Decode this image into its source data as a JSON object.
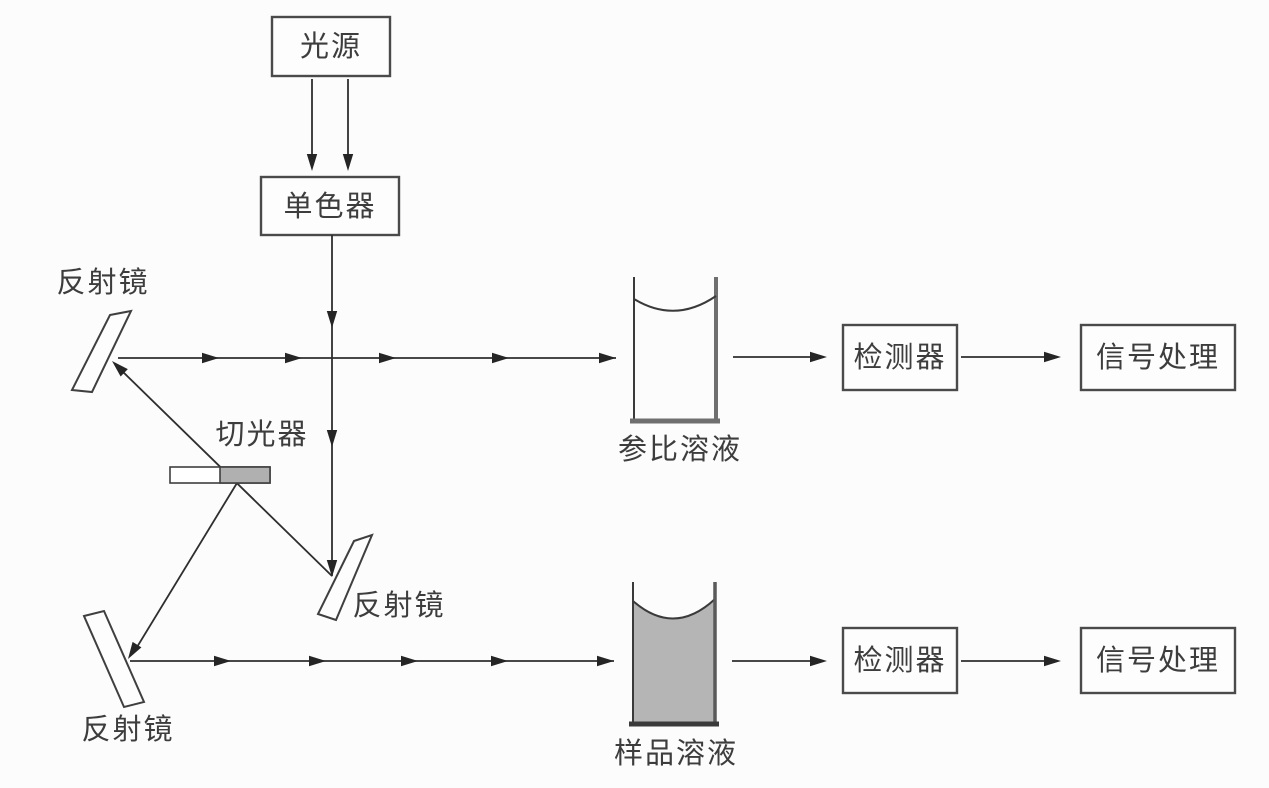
{
  "diagram": {
    "type": "block-diagram",
    "subject": "double-beam spectrophotometer optical path",
    "colors": {
      "background": "#fcfcfc",
      "line": "#2e2e2e",
      "box_border": "#4a4a4a",
      "text": "#3d3d3d",
      "sample_solution_fill": "#b5b5b5",
      "chopper_fill": "#b0b0b0"
    },
    "boxes": {
      "light_source": {
        "label": "光源"
      },
      "monochromator": {
        "label": "单色器"
      },
      "detector_top": {
        "label": "检测器"
      },
      "signal_top": {
        "label": "信号处理"
      },
      "detector_bottom": {
        "label": "检测器"
      },
      "signal_bottom": {
        "label": "信号处理"
      }
    },
    "labels": {
      "mirror_top_left": "反射镜",
      "chopper": "切光器",
      "mirror_center": "反射镜",
      "mirror_bottom_left": "反射镜",
      "reference_cell": "参比溶液",
      "sample_cell": "样品溶液"
    }
  }
}
